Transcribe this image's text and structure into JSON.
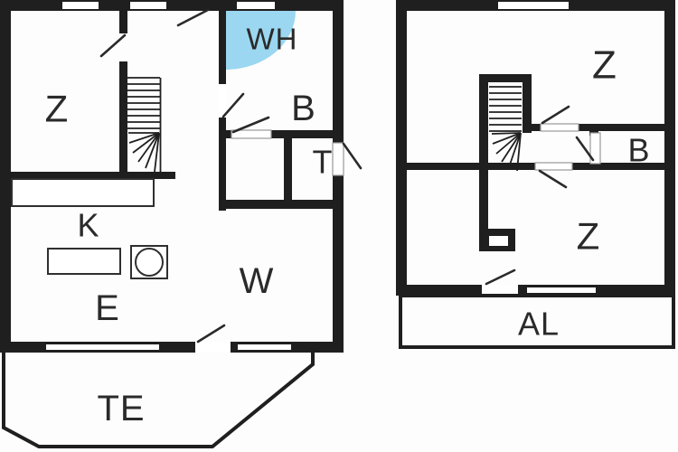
{
  "plans": {
    "ground_floor": {
      "rooms": [
        {
          "label": "Z"
        },
        {
          "label": "WH"
        },
        {
          "label": "B"
        },
        {
          "label": "T"
        },
        {
          "label": "K"
        },
        {
          "label": "E"
        },
        {
          "label": "W"
        },
        {
          "label": "TE"
        }
      ]
    },
    "upper_floor": {
      "rooms": [
        {
          "label": "Z"
        },
        {
          "label": "B"
        },
        {
          "label": "Z"
        },
        {
          "label": "AL"
        }
      ]
    }
  },
  "fixtures": [
    "staircase-ground",
    "staircase-upper",
    "shower-corner",
    "kitchen-counter",
    "kitchen-worktop",
    "stove",
    "chimney"
  ],
  "colors": {
    "wall": "#1f1f1f",
    "shower": "#9bd7f0",
    "label": "#2a2a2a",
    "background": "#fdfdfd"
  }
}
